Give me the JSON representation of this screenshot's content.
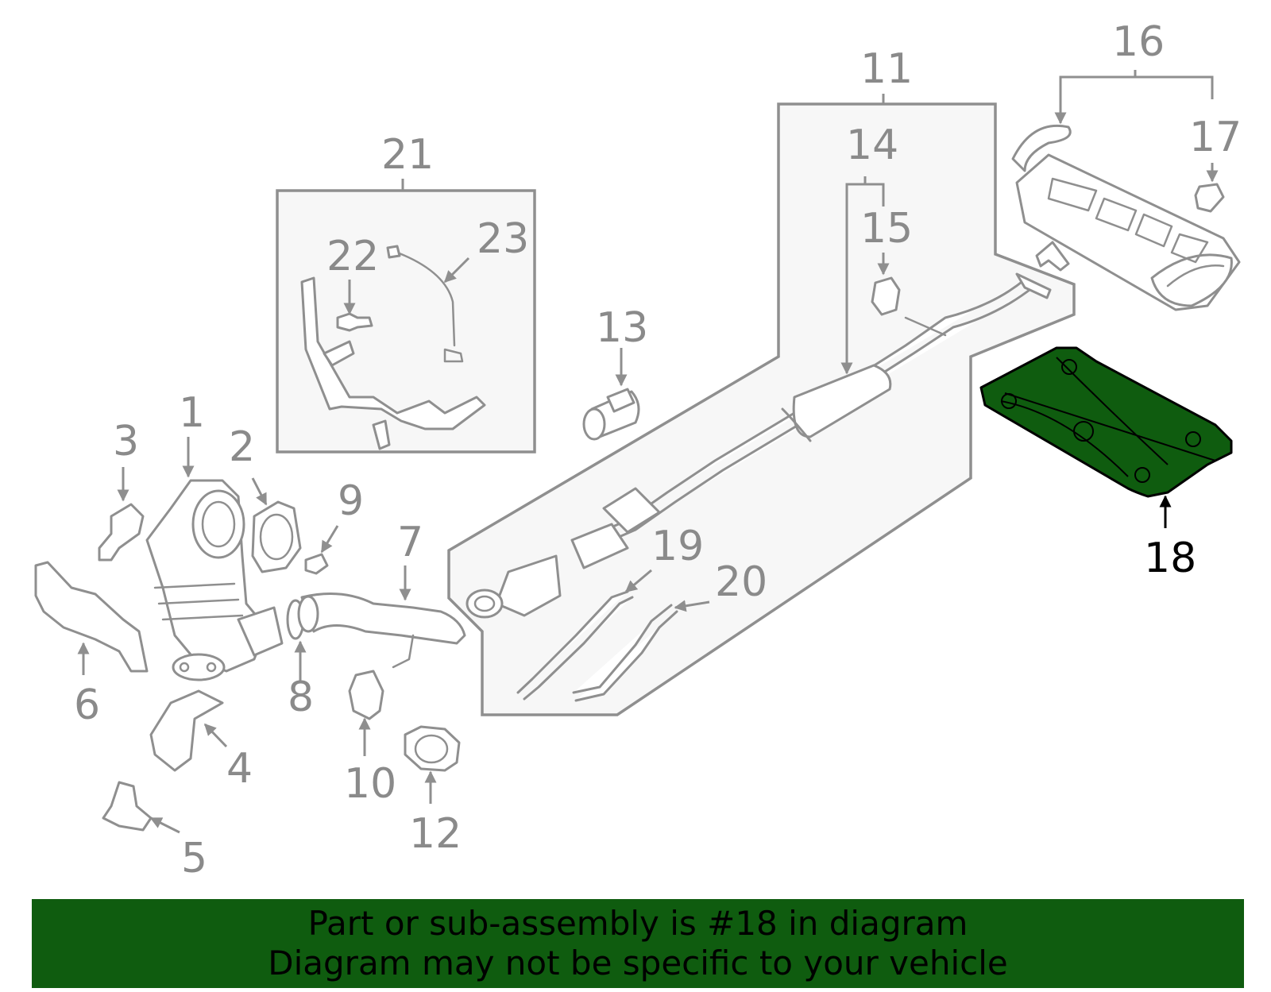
{
  "diagram": {
    "highlight_part": "18",
    "highlight_color": "#0f5c0f",
    "part_labels": [
      "1",
      "2",
      "3",
      "4",
      "5",
      "6",
      "7",
      "8",
      "9",
      "10",
      "11",
      "12",
      "13",
      "14",
      "15",
      "16",
      "17",
      "18",
      "19",
      "20",
      "21",
      "22",
      "23"
    ]
  },
  "banner": {
    "line1": "Part or sub-assembly is #18 in diagram",
    "line2": "Diagram may not be specific to your vehicle",
    "background": "#0f5c0f"
  }
}
